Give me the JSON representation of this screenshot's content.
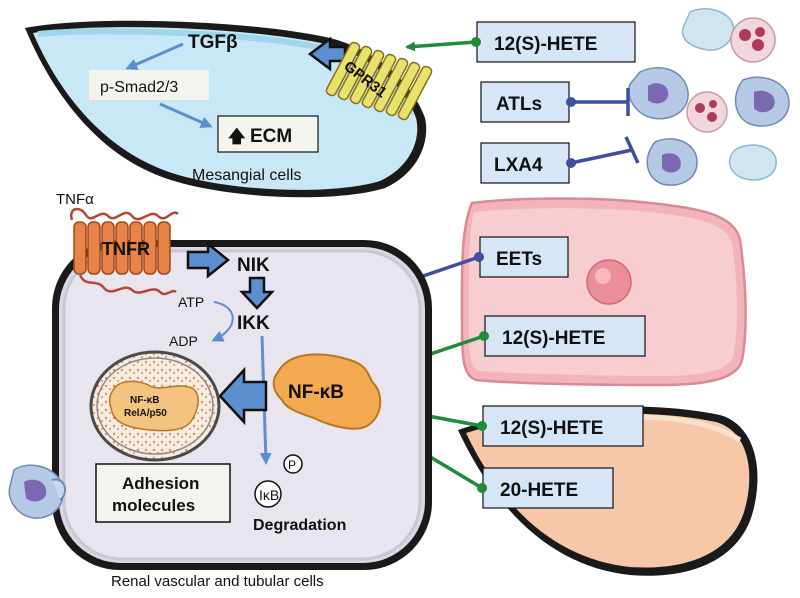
{
  "mesangial": {
    "tgfb": "TGFβ",
    "psmad": "p-Smad2/3",
    "ecm_arrow": "🡅",
    "ecm": "ECM",
    "gpr31": "GPR31",
    "caption": "Mesangial cells"
  },
  "immune": {
    "hete12_top": "12(S)-HETE",
    "atls": "ATLs",
    "lxa4": "LXA4"
  },
  "endothelial": {
    "eets": "EETs",
    "hete12_mid": "12(S)-HETE"
  },
  "tubular": {
    "hete12_low": "12(S)-HETE",
    "hete20": "20-HETE"
  },
  "cell": {
    "tnfa": "TNFα",
    "tnfr": "TNFR",
    "nik": "NIK",
    "ikk": "IKK",
    "atp": "ATP",
    "adp": "ADP",
    "nfkb": "NF-κB",
    "nucleus_nfkb": "NF-κB",
    "nucleus_rela": "RelA/p50",
    "p": "P",
    "ikb": "IκB",
    "degradation": "Degradation",
    "adhesion_line1": "Adhesion",
    "adhesion_line2": "molecules",
    "caption": "Renal vascular and tubular cells"
  },
  "colors": {
    "green_arrow": "#1e8c3a",
    "blue_inhibit": "#3f4ea0",
    "process_arrow": "#5b8fd0",
    "label_box": "#d6e6f7"
  }
}
